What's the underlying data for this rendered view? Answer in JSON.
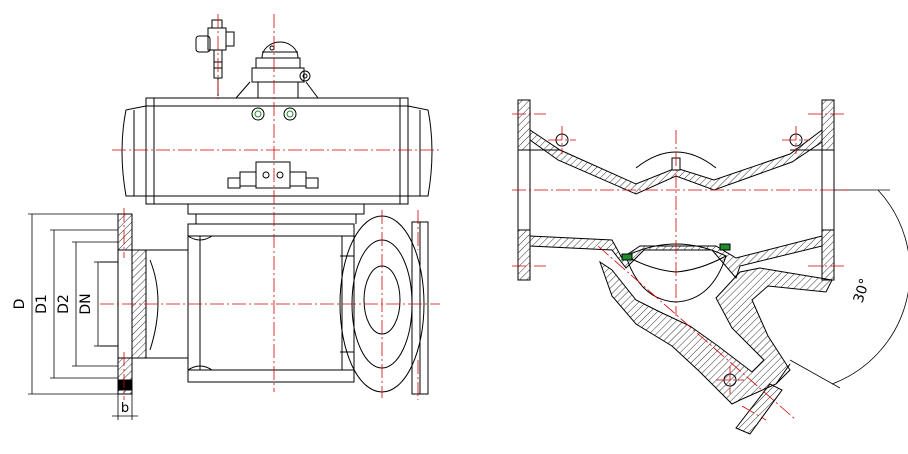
{
  "drawing": {
    "line_color": "#000000",
    "center_line_color": "#d40000",
    "seat_color": "#1e8c2a",
    "hatch_color": "#000000"
  },
  "dimensions": {
    "d": "D",
    "d1": "D1",
    "d2": "D2",
    "dn": "DN",
    "b": "b",
    "angle": "30°"
  }
}
